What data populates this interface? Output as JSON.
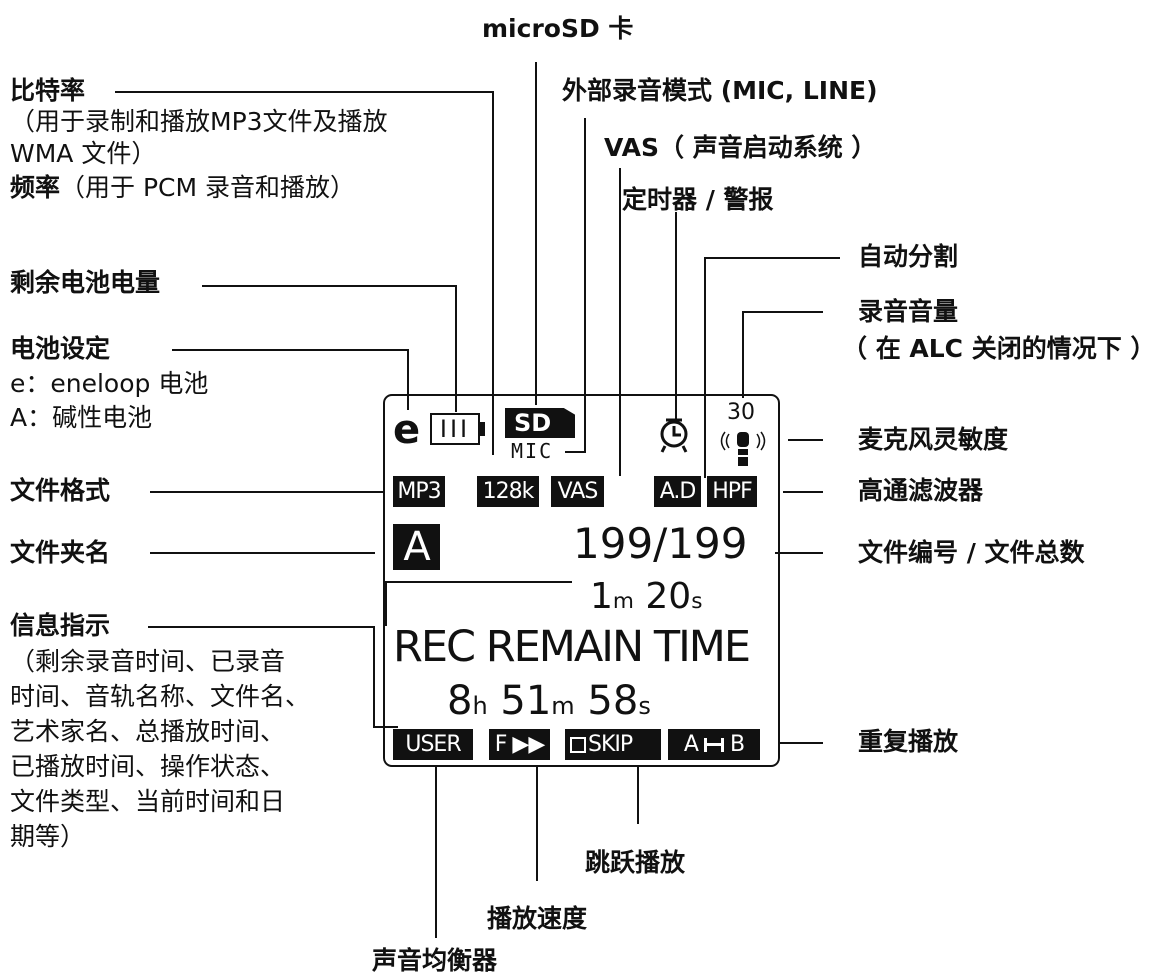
{
  "labels": {
    "microsd": "microSD 卡",
    "bitrate_title": "比特率",
    "bitrate_desc_1": "（用于录制和播放MP3文件及播放",
    "bitrate_desc_2": "WMA 文件）",
    "freq_title": "频率",
    "freq_desc": "（用于 PCM 录音和播放）",
    "ext_rec_mode": "外部录音模式 (MIC, LINE)",
    "vas": "VAS（ 声音启动系统 ）",
    "timer": "定时器 / 警报",
    "auto_divide": "自动分割",
    "rec_level_1": "录音音量",
    "rec_level_2": "（ 在 ALC 关闭的情况下 ）",
    "battery_remain": "剩余电池电量",
    "battery_setting": "电池设定",
    "battery_e": "e：eneloop 电池",
    "battery_a": "A：碱性电池",
    "mic_sens": "麦克风灵敏度",
    "file_format": "文件格式",
    "hpf": "高通滤波器",
    "folder_name": "文件夹名",
    "file_number": "文件编号 / 文件总数",
    "info_title": "信息指示",
    "info_desc": [
      "（剩余录音时间、已录音",
      "时间、音轨名称、文件名、",
      "艺术家名、总播放时间、",
      "已播放时间、操作状态、",
      "文件类型、当前时间和日",
      "期等）"
    ],
    "repeat": "重复播放",
    "skip": "跳跃播放",
    "speed": "播放速度",
    "eq": "声音均衡器"
  },
  "display": {
    "battery_type": "e",
    "battery_bars": "III",
    "sd": "SD",
    "mic": "MIC",
    "rec_level": "30",
    "format": "MP3",
    "bitrate": "128k",
    "vas": "VAS",
    "ad": "A.D",
    "hpf": "HPF",
    "folder": "A",
    "file_counter": "199/199",
    "elapsed_m": "1",
    "elapsed_s": "20",
    "unit_m": "m",
    "unit_s": "s",
    "unit_h": "h",
    "message": "REC REMAIN TIME",
    "remain_h": "8",
    "remain_m": "51",
    "remain_s": "58",
    "eq": "USER",
    "speed": "F ▶▶",
    "skip": "SKIP",
    "repeat_a": "A",
    "repeat_b": "B"
  }
}
